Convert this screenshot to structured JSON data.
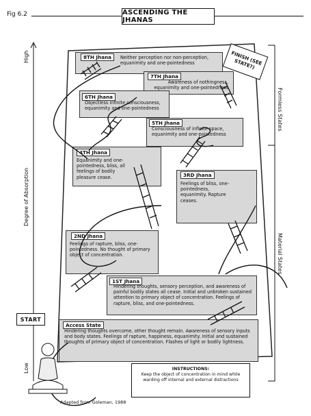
{
  "figure_number": "Fig 6.2",
  "title": "ASCENDING THE JHANAS",
  "axis": {
    "vertical_label": "Degree of Absorption",
    "high": "High",
    "low": "Low",
    "right_top": "Formless States",
    "right_bottom": "Material States"
  },
  "finish": "FINISH (SEE STATE?)",
  "start": "START",
  "states": [
    {
      "label": "8TH Jhana",
      "text": "Neither perception nor non-perception, equanimity and one-pointedness"
    },
    {
      "label": "7TH Jhana",
      "text": "Awareness of nothingness, equanimity and one-pointedness"
    },
    {
      "label": "6TH Jhana",
      "text": "Objectless infinite consciousness, equanimity and one-pointedness"
    },
    {
      "label": "5TH Jhana",
      "text": "Consciousness of infinite space, equanimity and one-pointedness"
    },
    {
      "label": "4TH Jhana",
      "text": "Equanimity and one-pointedness, bliss, all feelings of bodily pleasure cease."
    },
    {
      "label": "3RD Jhana",
      "text": "Feelings of bliss, one-pointedness, equanimity. Rapture ceases."
    },
    {
      "label": "2ND Jhana",
      "text": "Feelings of rapture, bliss, one-pointedness. No thought of primary object of concentration."
    },
    {
      "label": "1ST Jhana",
      "text": "Hindering thoughts, sensory perception, and awareness of painful bodily states all cease. Initial and unbroken sustained attention to primary object of concentration. Feelings of rapture, bliss, and one-pointedness."
    },
    {
      "label": "Access State",
      "text": "Hindering thoughts overcome, other thought remain. Awareness of sensory inputs and body states. Feelings of rapture, happiness, equanimity. Initial and sustained thoughts of primary object of concentration. Flashes of light or bodily lightness."
    }
  ],
  "instructions": {
    "heading": "INSTRUCTIONS:",
    "text": "Keep the object of concentration in mind while warding off internal and external distractions"
  },
  "credit": "Adapted from Goleman, 1988"
}
